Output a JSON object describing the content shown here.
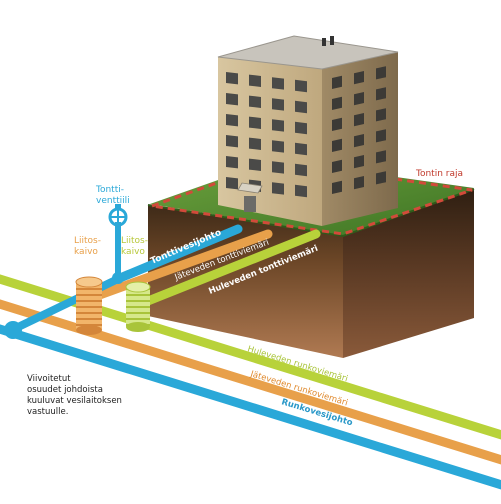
{
  "labels": {
    "tontti_venttiili": "Tontti-\nventtiili",
    "liitos_kaivo_left": "Liitos-\nkaivo",
    "liitos_kaivo_right": "Liitos-\nkaivo",
    "tontin_raja": "Tontin raja",
    "tonttivesijohto": "Tonttivesijohto",
    "jateveden_tonttiviemari": "Jäteveden tonttiviemäri",
    "huleveden_tonttiviemari": "Huleveden tonttiviemäri",
    "huleveden_runkoviemari": "Huleveden runkoviemäri",
    "jateveden_runkoviemari": "Jäteveden runkoviemäri",
    "runkovesijohto": "Runkovesijohto"
  },
  "note": "Viivoitetut\nosuudet johdoista\nkuuluvat vesilaitoksen\nvastuulle.",
  "colors": {
    "water": "#2aa8d8",
    "wastewater": "#e8a04a",
    "stormwater": "#b8d23a",
    "boundary": "#d24a3a",
    "grass": "#4e8a2e",
    "soil_dark": "#5a3a22",
    "soil_light": "#a06e48",
    "building": "#c9b48e"
  }
}
